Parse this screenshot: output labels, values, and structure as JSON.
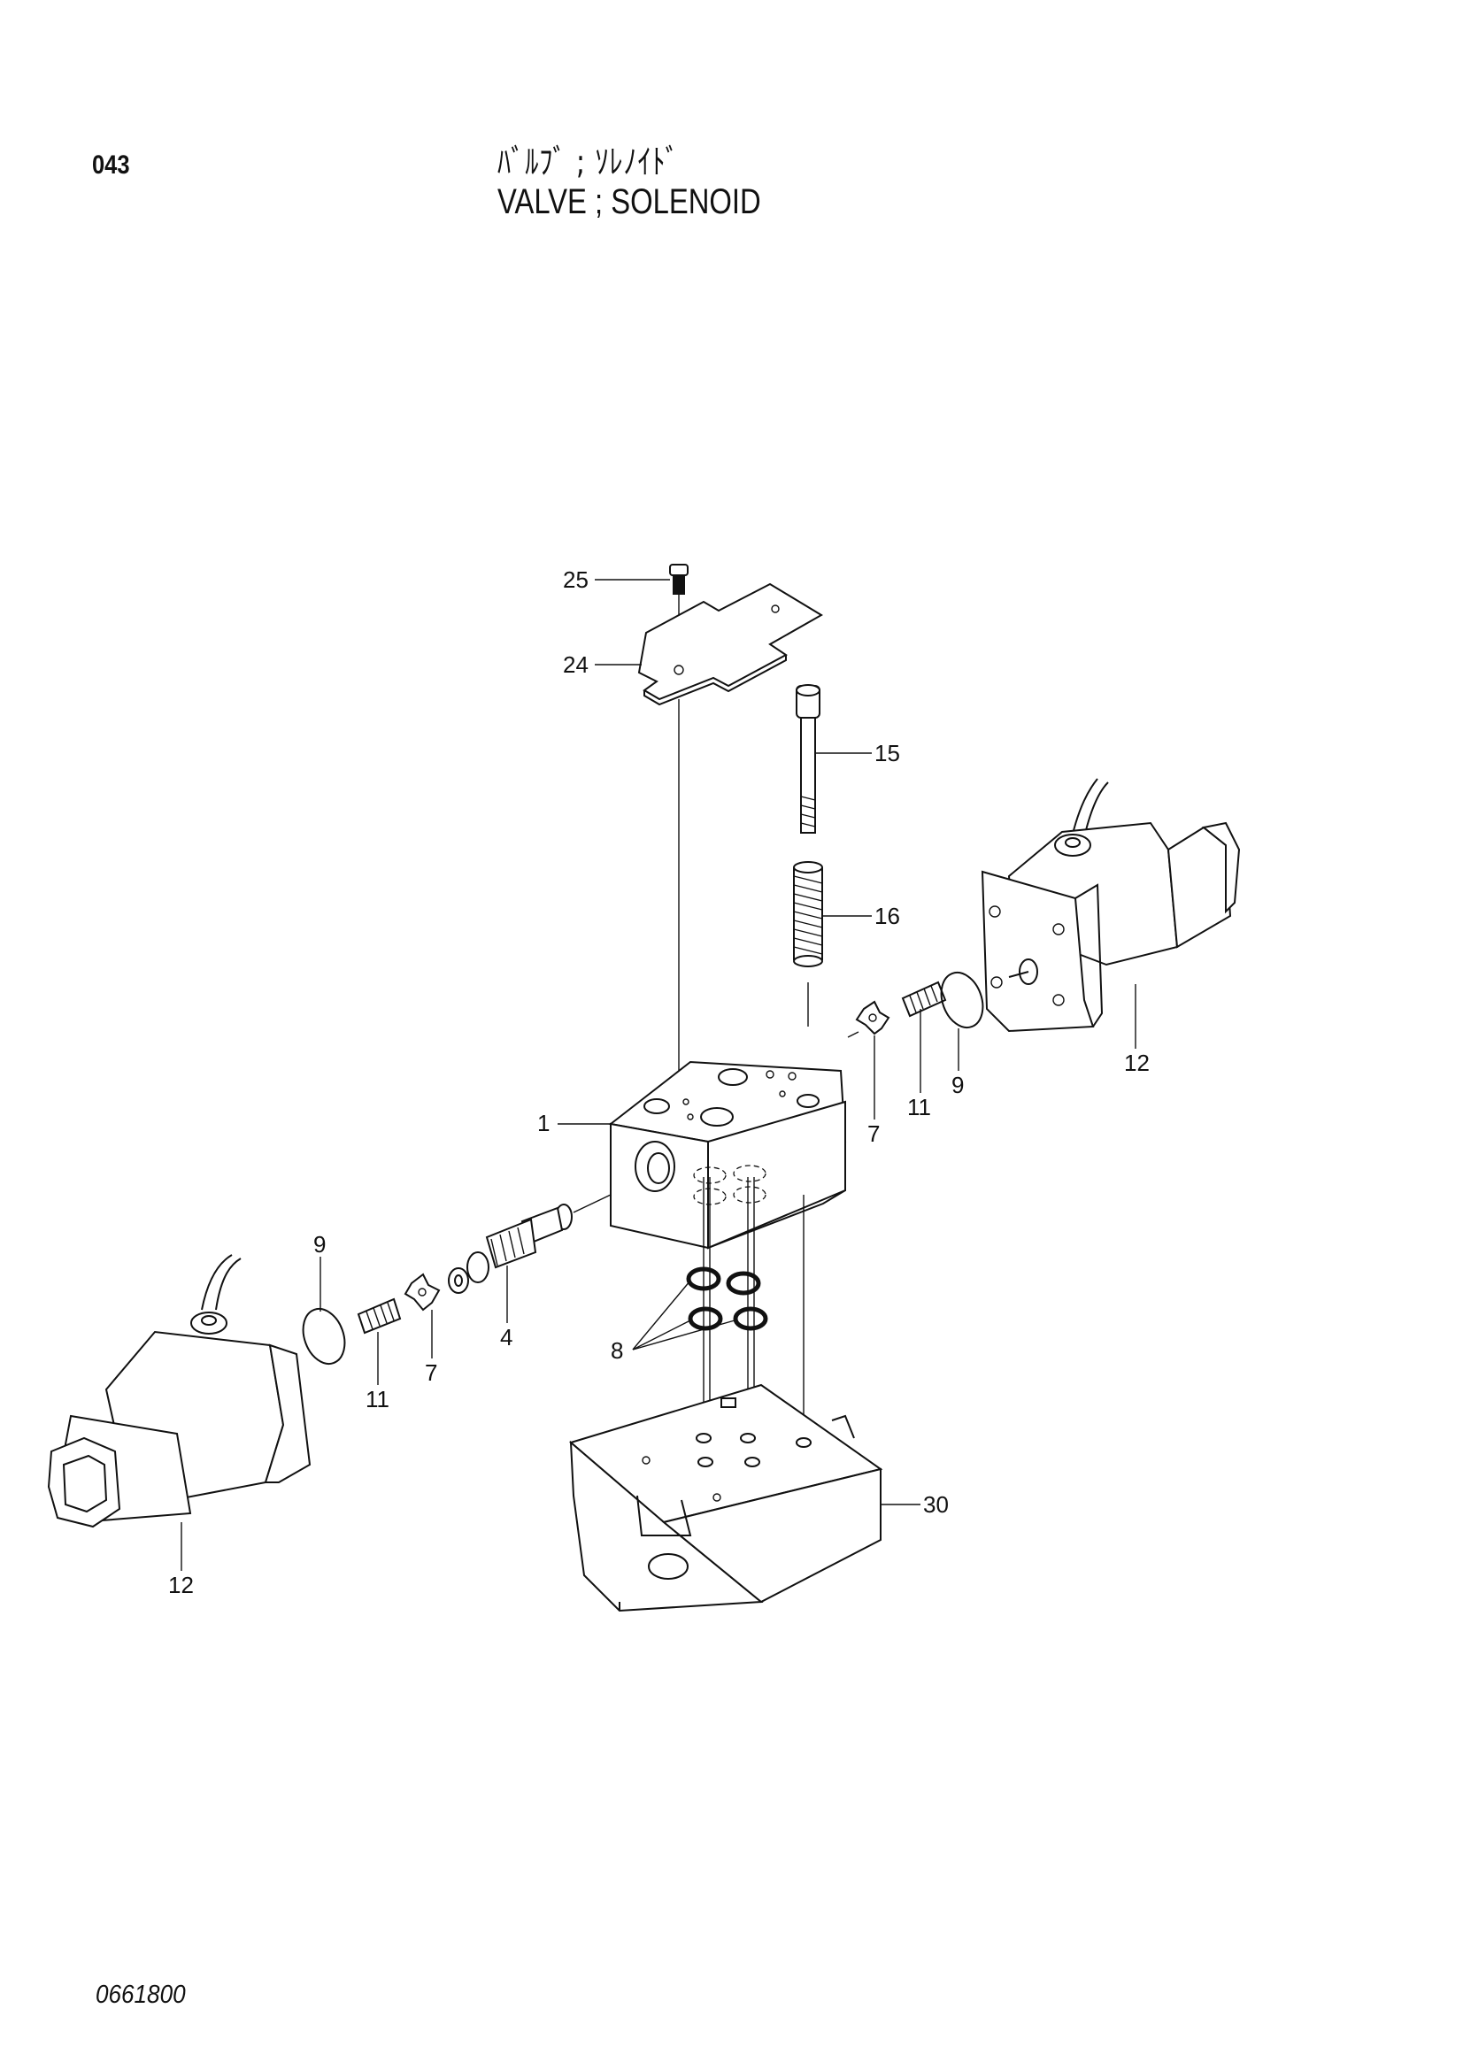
{
  "header": {
    "page_number": "043",
    "title_jp": "ﾊﾞﾙﾌﾞ ; ｿﾚﾉｲﾄﾞ",
    "title_en": "VALVE ; SOLENOID"
  },
  "footer": {
    "doc_code": "0661800"
  },
  "callouts": {
    "c1": "1",
    "c4": "4",
    "c7a": "7",
    "c7b": "7",
    "c8": "8",
    "c9a": "9",
    "c9b": "9",
    "c11a": "11",
    "c11b": "11",
    "c12a": "12",
    "c12b": "12",
    "c15": "15",
    "c16": "16",
    "c24": "24",
    "c25": "25",
    "c30": "30"
  }
}
